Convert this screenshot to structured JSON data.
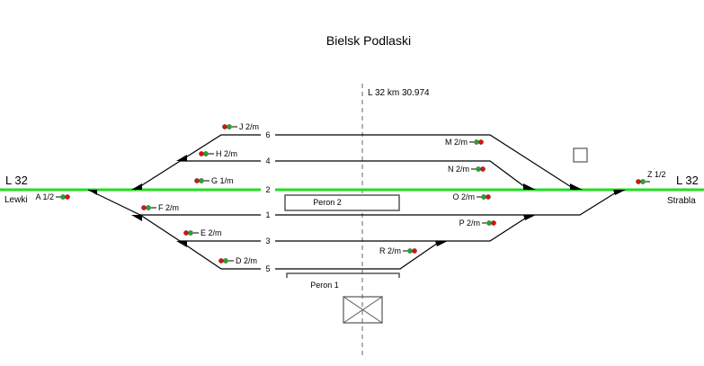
{
  "station": {
    "name": "Bielsk Podlaski",
    "axis_label": "L 32 km 30.974"
  },
  "line_ends": {
    "left": {
      "line": "L 32",
      "direction": "Lewki"
    },
    "right": {
      "line": "L 32",
      "direction": "Strabla"
    }
  },
  "tracks": [
    {
      "number": "6",
      "main": false
    },
    {
      "number": "4",
      "main": false
    },
    {
      "number": "2",
      "main": true
    },
    {
      "number": "1",
      "main": false
    },
    {
      "number": "3",
      "main": false
    },
    {
      "number": "5",
      "main": false
    }
  ],
  "platforms": [
    {
      "name": "Peron 2"
    },
    {
      "name": "Peron 1"
    }
  ],
  "signals": [
    {
      "id": "A 1/2",
      "facing": "right"
    },
    {
      "id": "J 2/m",
      "facing": "right"
    },
    {
      "id": "H 2/m",
      "facing": "right"
    },
    {
      "id": "G 1/m",
      "facing": "right"
    },
    {
      "id": "F 2/m",
      "facing": "right"
    },
    {
      "id": "E 2/m",
      "facing": "right"
    },
    {
      "id": "D 2/m",
      "facing": "right"
    },
    {
      "id": "M 2/m",
      "facing": "left"
    },
    {
      "id": "N 2/m",
      "facing": "left"
    },
    {
      "id": "O 2/m",
      "facing": "left"
    },
    {
      "id": "P 2/m",
      "facing": "left"
    },
    {
      "id": "R 2/m",
      "facing": "left"
    },
    {
      "id": "Z 1/2",
      "facing": "left"
    }
  ],
  "colors": {
    "main_track": "#22dd22",
    "signal_red": "#dd1111",
    "signal_green": "#22aa22",
    "axis": "#999999"
  }
}
